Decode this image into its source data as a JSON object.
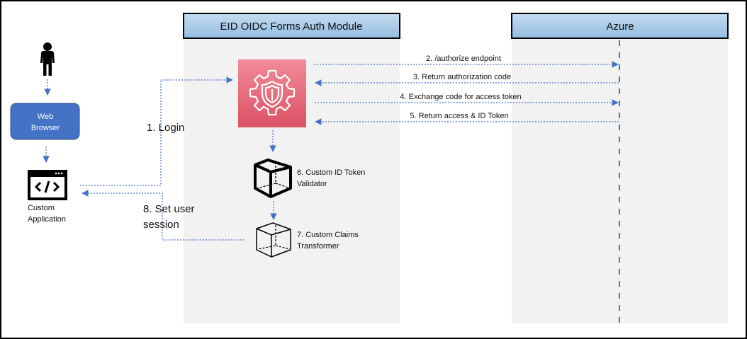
{
  "diagram": {
    "lanes": [
      {
        "title": "EID OIDC Forms Auth Module"
      },
      {
        "title": "Azure"
      }
    ],
    "actors": {
      "user": {
        "icon": "person-icon"
      },
      "browser": {
        "line1": "Web",
        "line2": "Browser"
      },
      "application": {
        "line1": "Custom",
        "line2": "Application",
        "icon": "code-window-icon"
      }
    },
    "module_icon": "gear-shield-icon",
    "components": [
      {
        "line1": "6. Custom ID Token",
        "line2": "Validator",
        "icon": "cube-icon"
      },
      {
        "line1": "7. Custom Claims",
        "line2": "Transformer",
        "icon": "cube-icon"
      }
    ],
    "steps": {
      "login": "1. Login",
      "authorize": "2. /authorize endpoint",
      "return_code": "3. Return authorization code",
      "exchange": "4. Exchange code for access token",
      "return_tokens": "5. Return access & ID Token",
      "session_line1": "8. Set user",
      "session_line2": "session"
    },
    "colors": {
      "lane_header_top": "#bdd7ee",
      "lane_header_bottom": "#9dc3e6",
      "lane_bg": "#f2f2f2",
      "arrow": "#4472c4",
      "browser_fill": "#4472c4",
      "module_top": "#f08a96",
      "module_bottom": "#e0566a"
    }
  }
}
